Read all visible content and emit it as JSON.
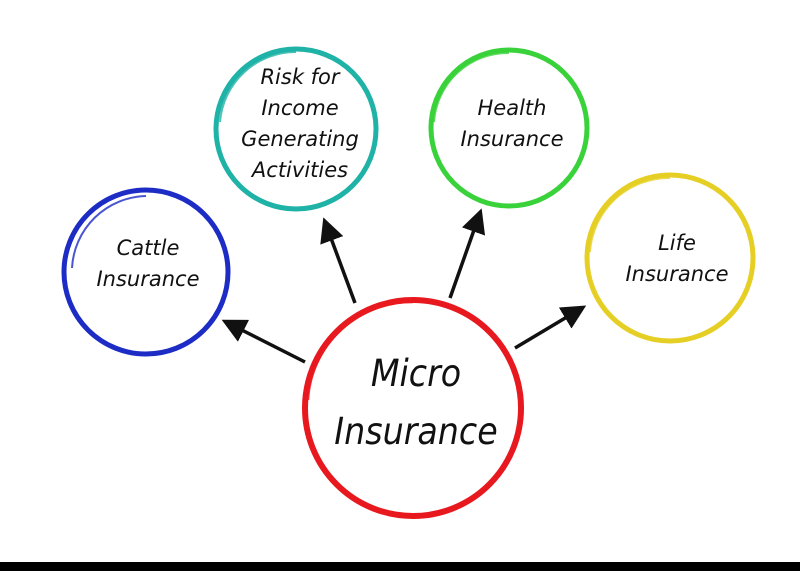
{
  "center": {
    "label": "Micro\nInsurance",
    "color": "#e8191e"
  },
  "nodes": [
    {
      "id": "cattle",
      "label": "Cattle\nInsurance",
      "color": "#1c2cc4"
    },
    {
      "id": "risk",
      "label": "Risk for\nIncome\nGenerating\nActivities",
      "color": "#1fb2a6"
    },
    {
      "id": "health",
      "label": "Health\nInsurance",
      "color": "#39d23a"
    },
    {
      "id": "life",
      "label": "Life\nInsurance",
      "color": "#e6cf25"
    }
  ],
  "arrow_color": "#111111"
}
